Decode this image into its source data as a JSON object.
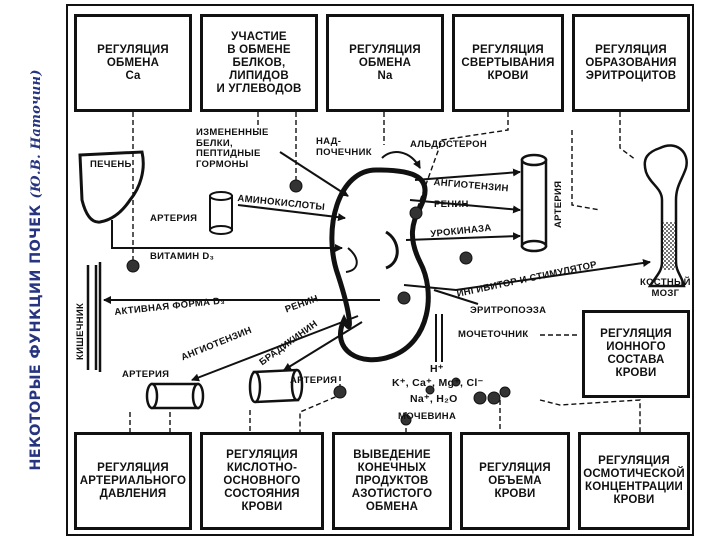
{
  "side_title": "НЕКОТОРЫЕ ФУНКЦИИ ПОЧЕК",
  "side_author": "(Ю.В. Наточин)",
  "top_boxes": [
    "РЕГУЛЯЦИЯ\nОБМЕНА\nCa",
    "УЧАСТИЕ\nВ ОБМЕНЕ\nБЕЛКОВ,\nЛИПИДОВ\nИ УГЛЕВОДОВ",
    "РЕГУЛЯЦИЯ\nОБМЕНА\nNa",
    "РЕГУЛЯЦИЯ\nСВЕРТЫВАНИЯ\nКРОВИ",
    "РЕГУЛЯЦИЯ\nОБРАЗОВАНИЯ\nЭРИТРОЦИТОВ"
  ],
  "right_box": "РЕГУЛЯЦИЯ\nИОННОГО\nСОСТАВА\nКРОВИ",
  "bottom_boxes": [
    "РЕГУЛЯЦИЯ\nАРТЕРИАЛЬНОГО\nДАВЛЕНИЯ",
    "РЕГУЛЯЦИЯ\nКИСЛОТНО-\nОСНОВНОГО\nСОСТОЯНИЯ\nКРОВИ",
    "ВЫВЕДЕНИЕ\nКОНЕЧНЫХ\nПРОДУКТОВ\nАЗОТИСТОГО\nОБМЕНА",
    "РЕГУЛЯЦИЯ\nОБЪЕМА\nКРОВИ",
    "РЕГУЛЯЦИЯ\nОСМОТИЧЕСКОЙ\nКОНЦЕНТРАЦИИ\nКРОВИ"
  ],
  "labels": {
    "liver": "ПЕЧЕНЬ",
    "changed_proteins": "ИЗМЕНЕННЫЕ\nБЕЛКИ,\nПЕПТИДНЫЕ\nГОРМОНЫ",
    "adrenal": "НАД-\nПОЧЕЧНИК",
    "aldosterone": "АЛЬДОСТЕРОН",
    "artery_left": "АРТЕРИЯ",
    "amino_acids": "АМИНОКИСЛОТЫ",
    "angiotensin_top": "АНГИОТЕНЗИН",
    "renin_top": "РЕНИН",
    "artery_right": "АРТЕРИЯ",
    "vitamin_d": "ВИТАМИН D₃",
    "urokinase": "УРОКИНАЗА",
    "inhibitor": "ИНГИБИТОР И СТИМУЛЯТОР",
    "bone_marrow": "КОСТНЫЙ\nМОЗГ",
    "erythropoiesis": "ЭРИТРОПОЭЗА",
    "intestine": "КИШЕЧНИК",
    "active_form": "АКТИВНАЯ ФОРМА D₃",
    "renin_bottom": "РЕНИН",
    "angiotensin_bottom": "АНГИОТЕНЗИН",
    "bradykinin": "БРАДИКИНИН",
    "ureter": "МОЧЕТОЧНИК",
    "artery_bottom_left": "АРТЕРИЯ",
    "artery_bottom_mid": "АРТЕРИЯ",
    "h_ion": "H⁺",
    "ions": "K⁺, Ca⁺, Mg⁺, Cl⁻",
    "na_water": "Na⁺, H₂O",
    "urea": "МОЧЕВИНА"
  }
}
